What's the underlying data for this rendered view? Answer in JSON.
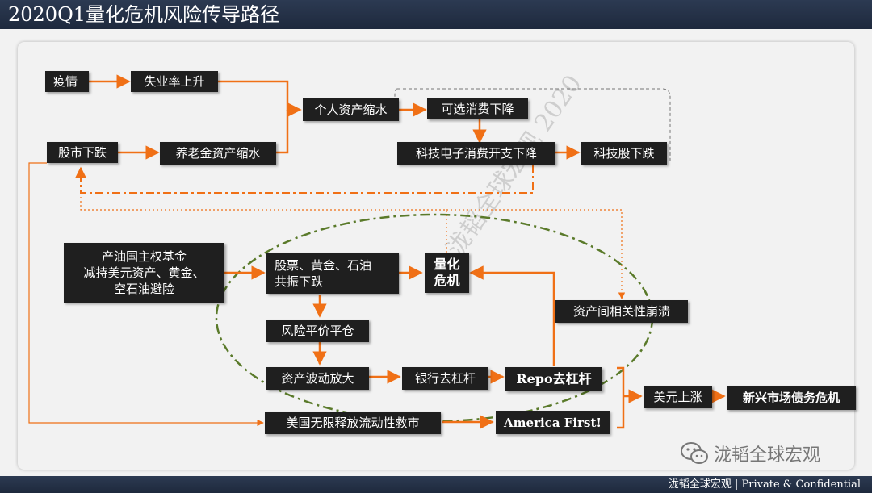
{
  "header": {
    "title": "2020Q1量化危机风险传导路径"
  },
  "footer": {
    "text": "泷韬全球宏观  | Private & Confidential"
  },
  "watermark": {
    "text": "泷韬全球宏观 2020"
  },
  "brand": {
    "text": "泷韬全球宏观",
    "icon": "wechat-icon"
  },
  "colors": {
    "arrow": "#f07016",
    "dashdot": "#5a7a2a",
    "node_bg": "#1f1f1f"
  },
  "nodes": {
    "epidemic": "疫情",
    "unemployment": "失业率上升",
    "personal_assets": "个人资产缩水",
    "discretionary": "可选消费下降",
    "tech_consumer": "科技电子消费开支下降",
    "tech_stocks": "科技股下跌",
    "stock_drop": "股市下跌",
    "pension": "养老金资产缩水",
    "oil_fund": [
      "产油国主权基金",
      "减持美元资产、黄金、",
      "空石油避险"
    ],
    "cofall": [
      "股票、黄金、石油",
      "共振下跌"
    ],
    "quant_crisis": [
      "量化",
      "危机"
    ],
    "correlation": "资产间相关性崩溃",
    "risk_parity": "风险平价平仓",
    "volatility": "资产波动放大",
    "bank_delever": "银行去杠杆",
    "repo": "Repo去杠杆",
    "usd_up": "美元上涨",
    "em_debt": "新兴市场债务危机",
    "us_liquidity": "美国无限释放流动性救市",
    "america_first": "America First!"
  }
}
